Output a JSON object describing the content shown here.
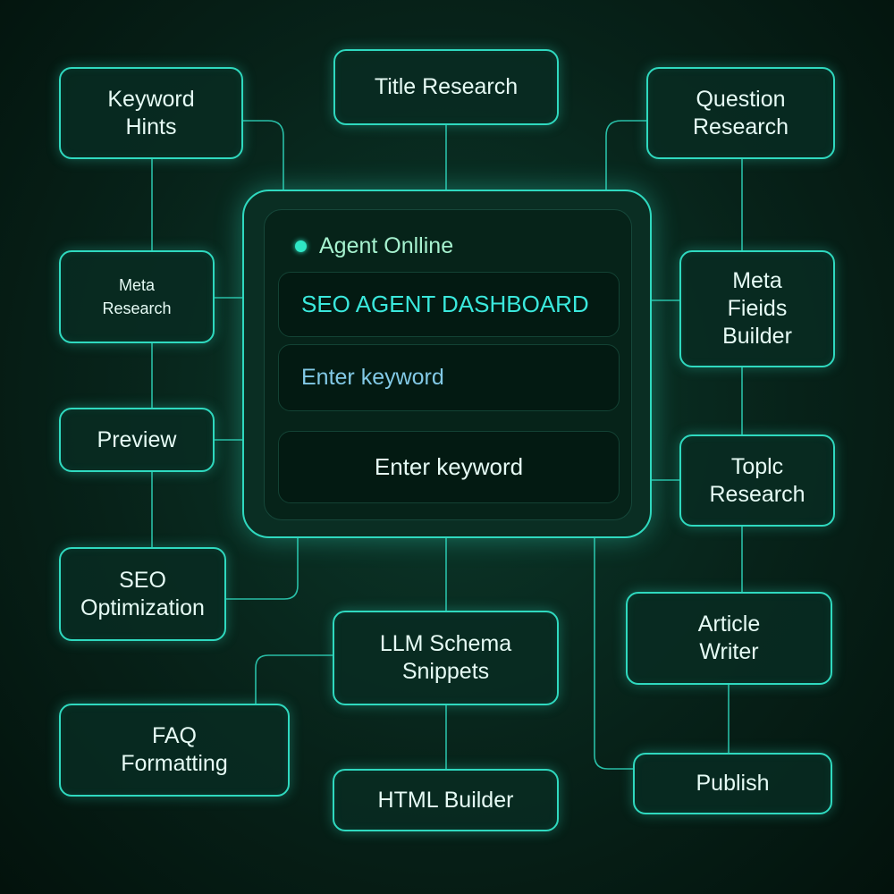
{
  "dashboard": {
    "status": "Agent Onlline",
    "title": "SEO AGENT DASHBOARD",
    "input_placeholder": "Enter keyword",
    "button_label": "Enter keyword"
  },
  "nodes": {
    "keyword_hints": "Keyword\nHints",
    "title_research": "Title Research",
    "question_research": "Question\nResearch",
    "meta_research": "Meta\nResearch",
    "meta_fields_builder": "Meta\nFieids\nBuilder",
    "preview": "Preview",
    "topic_research": "Toplc\nResearch",
    "seo_optimization": "SEO\nOptimization",
    "article_writer": "Article\nWriter",
    "llm_schema_snippets": "LLM Schema\nSnippets",
    "faq_formatting": "FAQ\nFormatting",
    "html_builder": "HTML Builder",
    "publish": "Publish"
  },
  "colors": {
    "accent": "#2fd9bf",
    "background": "#072219",
    "title": "#3ae8dc"
  }
}
